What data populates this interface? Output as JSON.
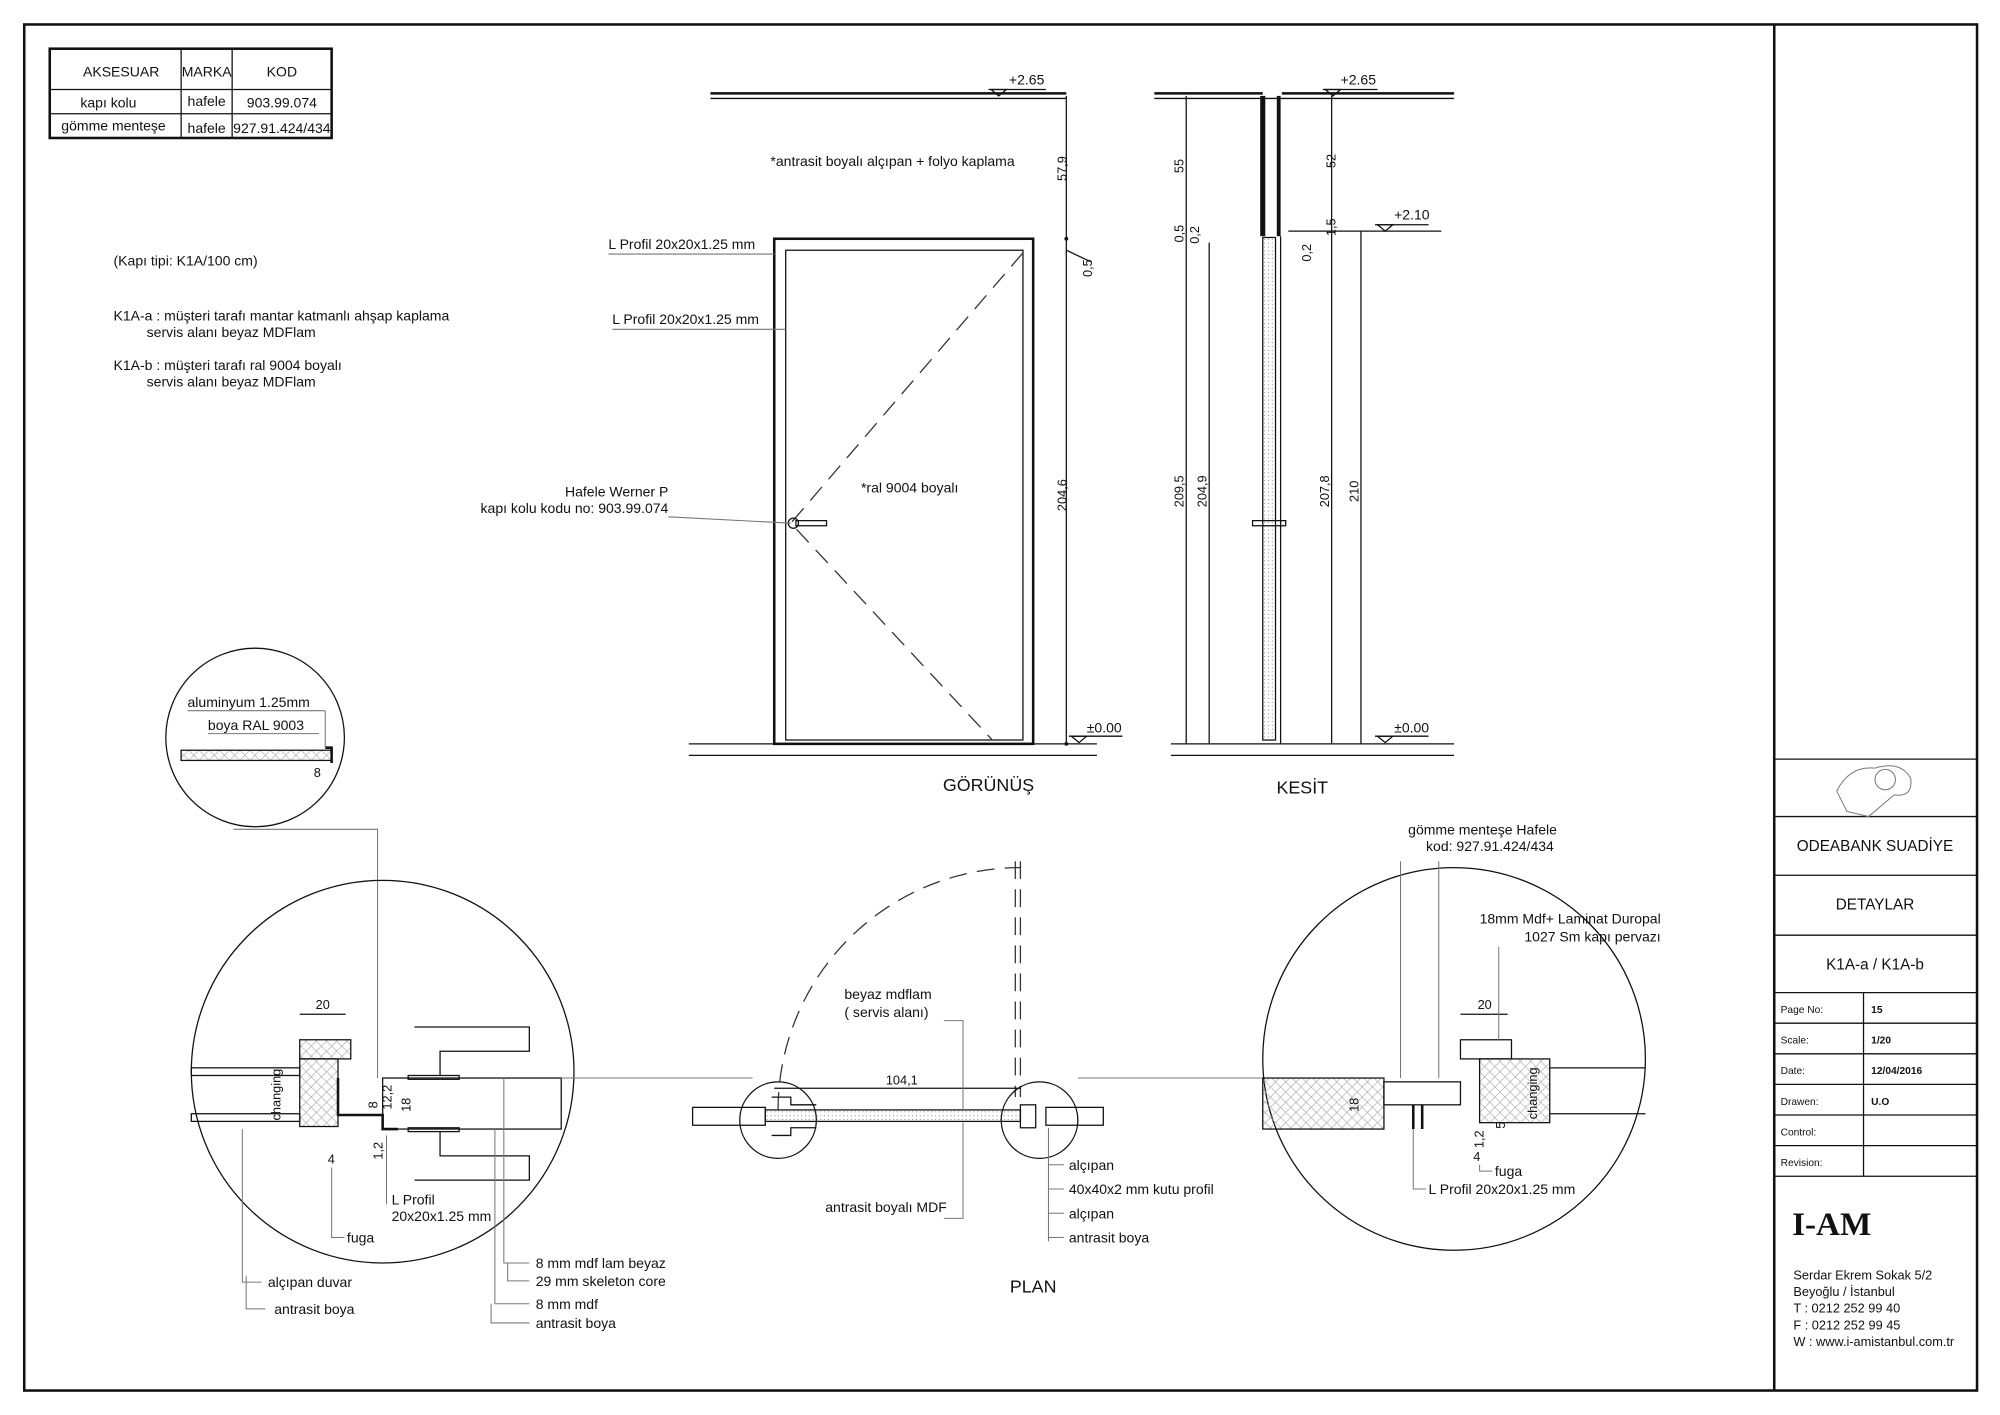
{
  "accessory_table": {
    "headers": [
      "AKSESUAR",
      "MARKA",
      "KOD"
    ],
    "rows": [
      [
        "kapı kolu",
        "hafele",
        "903.99.074"
      ],
      [
        "gömme menteşe",
        "hafele",
        "927.91.424/434"
      ]
    ]
  },
  "notes": {
    "door_type": "(Kapı tipi:  K1A/100 cm)",
    "k1a_a_1": "K1A-a : müşteri tarafı mantar katmanlı ahşap kaplama",
    "k1a_a_2": "servis alanı beyaz MDFlam",
    "k1a_b_1": "K1A-b : müşteri tarafı ral 9004 boyalı",
    "k1a_b_2": "servis alanı beyaz MDFlam"
  },
  "elevation": {
    "title": "GÖRÜNÜŞ",
    "ceiling_note": "*antrasit boyalı alçıpan + folyo kaplama",
    "profile_1": "L Profil 20x20x1.25 mm",
    "profile_2": "L Profil 20x20x1.25 mm",
    "handle_1": "Hafele Werner P",
    "handle_2": "kapı kolu kodu no: 903.99.074",
    "paint_note": "*ral 9004 boyalı",
    "level_top": "+2.65",
    "level_floor": "±0.00",
    "dims": [
      "57,9",
      "0,5",
      "204,6"
    ]
  },
  "section": {
    "title": "KESİT",
    "level_top": "+2.65",
    "level_door": "+2.10",
    "level_floor": "±0.00",
    "dims": [
      "55",
      "0,5",
      "0,2",
      "209,5",
      "204,9",
      "52",
      "1,5",
      "0,2",
      "207,8",
      "210"
    ]
  },
  "detail_top": {
    "label_1": "aluminyum 1.25mm",
    "label_2": "boya RAL 9003",
    "dim": "8"
  },
  "detail_left": {
    "dim_20": "20",
    "changing": "changing",
    "dims": [
      "8",
      "12,2",
      "18",
      "1,2",
      "4"
    ],
    "l_profil_1": "L Profil",
    "l_profil_2": "20x20x1.25 mm",
    "fuga": "fuga",
    "alcipan_duvar": "alçıpan duvar",
    "antrasit_boya": "antrasit boya",
    "mdf_lam": "8 mm  mdf  lam beyaz",
    "skeleton": "29 mm skeleton core",
    "mdf": "8 mm  mdf",
    "antrasit_boya_2": "antrasit boya"
  },
  "plan": {
    "title": "PLAN",
    "beyaz_1": "beyaz mdflam",
    "beyaz_2": "( servis alanı)",
    "width": "104,1",
    "antrasit_mdf": "antrasit boyalı MDF",
    "alcipan_1": "alçıpan",
    "kutu_profil": "40x40x2 mm kutu profil",
    "alcipan_2": "alçıpan",
    "antrasit_boya": "antrasit boya"
  },
  "detail_right": {
    "hinge_1": "gömme menteşe Hafele",
    "hinge_2": "kod: 927.91.424/434",
    "pervaz_1": "18mm Mdf+ Laminat Duropal",
    "pervaz_2": "1027 Sm kapı pervazı",
    "dim_20": "20",
    "changing": "changing",
    "dims": [
      "18",
      "1,2",
      "5",
      "4"
    ],
    "fuga": "fuga",
    "l_profil": "L Profil 20x20x1.25 mm"
  },
  "title_block": {
    "project": "ODEABANK SUADİYE",
    "sheet": "DETAYLAR",
    "code": "K1A-a / K1A-b",
    "fields": [
      {
        "label": "Page No:",
        "value": "15"
      },
      {
        "label": "Scale:",
        "value": "1/20"
      },
      {
        "label": "Date:",
        "value": "12/04/2016"
      },
      {
        "label": "Drawen:",
        "value": "U.O"
      },
      {
        "label": "Control:",
        "value": ""
      },
      {
        "label": "Revision:",
        "value": ""
      }
    ],
    "logo": "I-AM",
    "address_1": "Serdar Ekrem Sokak 5/2",
    "address_2": "Beyoğlu / İstanbul",
    "phone": "T  :  0212 252 99 40",
    "fax": "F  : 0212 252 99 45",
    "web": "W : www.i-amistanbul.com.tr"
  }
}
